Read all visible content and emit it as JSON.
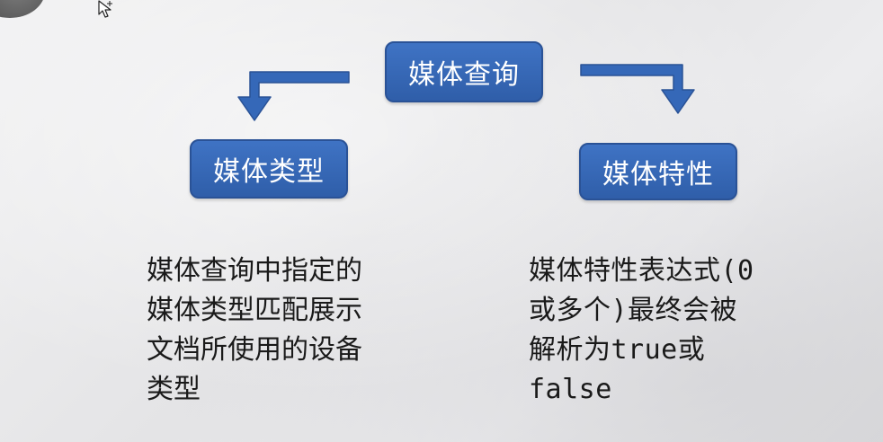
{
  "diagram": {
    "root": {
      "label": "媒体查询"
    },
    "left_child": {
      "label": "媒体类型"
    },
    "right_child": {
      "label": "媒体特性"
    }
  },
  "descriptions": {
    "media_type": "媒体查询中指定的\n媒体类型匹配展示\n文档所使用的设备\n类型",
    "media_feature": "媒体特性表达式(0\n或多个)最终会被\n解析为true或\nfalse"
  },
  "colors": {
    "box_fill": "#3568b8",
    "box_border": "#2a5296",
    "box_text": "#ffffff",
    "arrow": "#3568b8",
    "body_text": "#1a1a1a"
  },
  "icons": [
    "cursor-icon"
  ]
}
